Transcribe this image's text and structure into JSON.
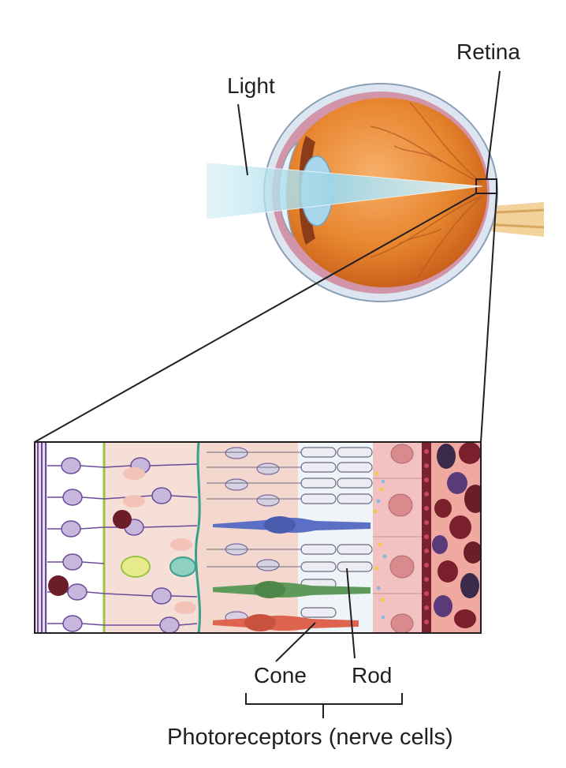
{
  "labels": {
    "retina": "Retina",
    "light": "Light",
    "cone": "Cone",
    "rod": "Rod",
    "photoreceptors": "Photoreceptors (nerve cells)"
  },
  "colors": {
    "eye_orange": "#e8852c",
    "sclera": "#dfe8f1",
    "light_beam": "#a9dbe8",
    "tissue_pink": "#f4d6cc",
    "cell_purple": "#c3b3d6",
    "cone_blue": "#5b6fc4",
    "cone_green": "#5f9a5a",
    "cone_red": "#df6450",
    "rod_gray": "#e7e7ee",
    "vessel_dark": "#6b1e2a",
    "line": "#231f20"
  }
}
